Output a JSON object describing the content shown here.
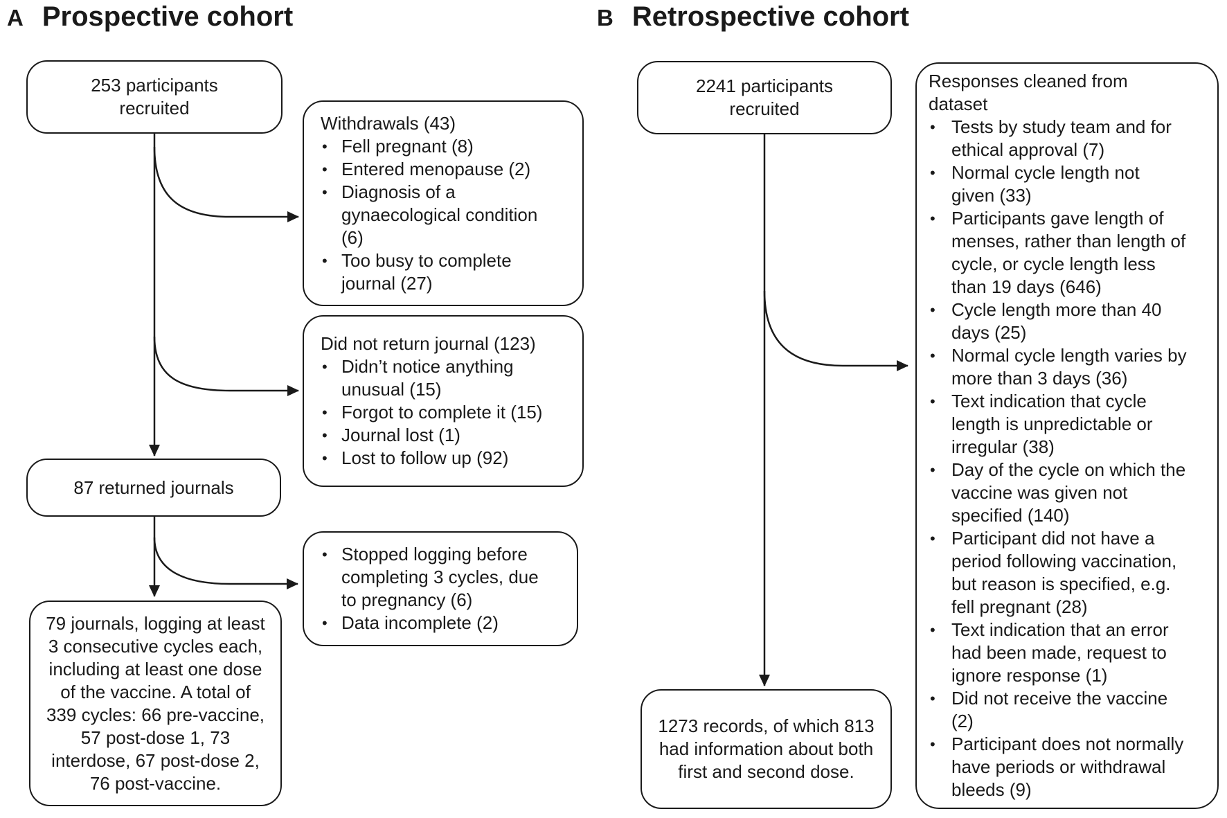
{
  "figure": {
    "bullet": "•",
    "colors": {
      "ink": "#1a1a1a",
      "background": "#ffffff"
    },
    "panel_a": {
      "label": "A",
      "title": "Prospective cohort",
      "recruited": "253 participants recruited",
      "withdrawals": {
        "heading": "Withdrawals (43)",
        "items": [
          "Fell pregnant (8)",
          "Entered menopause (2)",
          "Diagnosis of a gynaecological condition (6)",
          "Too busy to complete journal (27)"
        ]
      },
      "no_return": {
        "heading": "Did not return journal (123)",
        "items": [
          "Didn’t notice anything unusual (15)",
          "Forgot to complete it (15)",
          "Journal lost (1)",
          "Lost to follow up (92)"
        ]
      },
      "returned": "87 returned journals",
      "stopped": {
        "items": [
          "Stopped logging before completing 3 cycles, due to pregnancy (6)",
          "Data incomplete (2)"
        ]
      },
      "final": "79 journals, logging at least 3 consecutive cycles each, including at least one dose of the vaccine. A total of 339 cycles: 66 pre-vaccine, 57 post-dose 1, 73 interdose, 67 post-dose 2, 76 post-vaccine."
    },
    "panel_b": {
      "label": "B",
      "title": "Retrospective cohort",
      "recruited": "2241 participants recruited",
      "cleaned": {
        "heading": "Responses cleaned from dataset",
        "items": [
          "Tests by study team and for ethical approval (7)",
          "Normal cycle length not given (33)",
          "Participants gave length of menses, rather than length of cycle, or cycle length less than 19 days (646)",
          "Cycle length more than 40 days (25)",
          "Normal cycle length varies by more than 3 days (36)",
          "Text indication that cycle length is unpredictable or irregular (38)",
          "Day of the cycle on which the vaccine was given not specified (140)",
          "Participant did not have a period following vaccination, but reason is specified, e.g. fell pregnant (28)",
          "Text indication that an error had been made, request to ignore response (1)",
          "Did not receive the vaccine (2)",
          "Participant does not normally have periods or withdrawal bleeds (9)"
        ]
      },
      "final": "1273 records, of which 813 had information about both first and second dose."
    }
  }
}
